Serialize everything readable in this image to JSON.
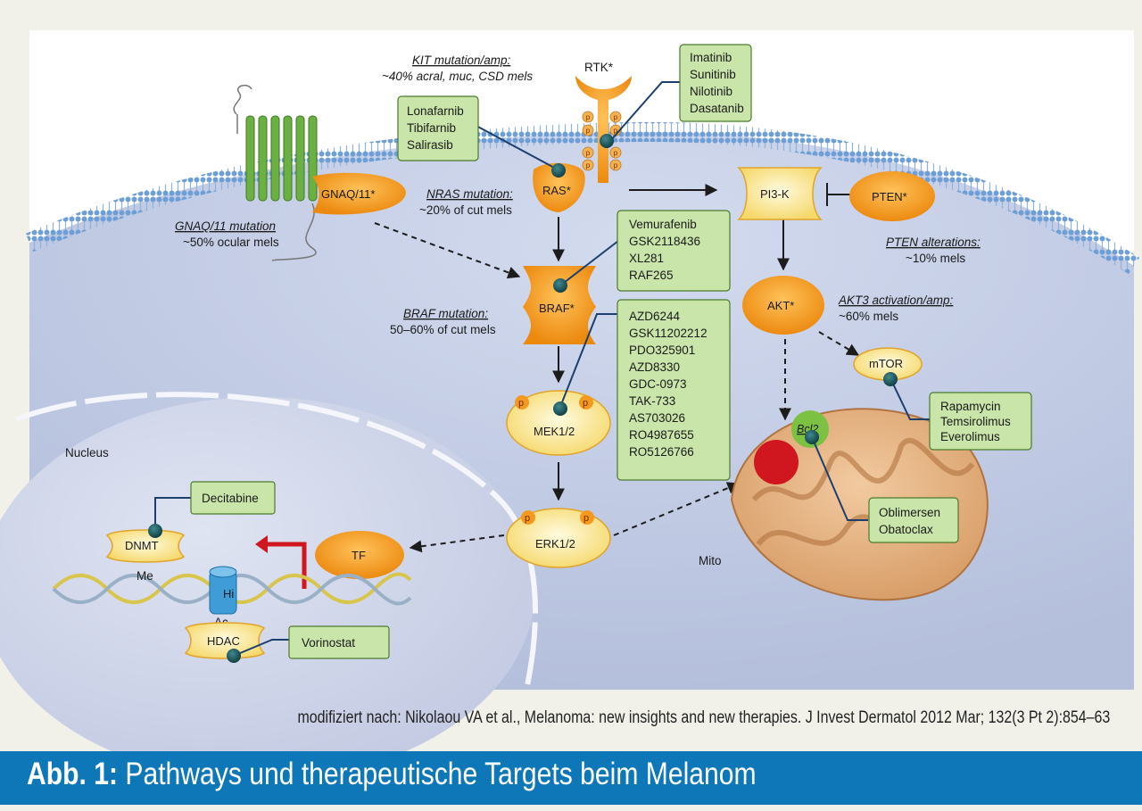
{
  "diagram": {
    "compartments": {
      "nucleus": "Nucleus",
      "mito": "Mito"
    },
    "nodes": {
      "rtk": "RTK*",
      "ras": "RAS*",
      "pi3k": "PI3-K",
      "pten": "PTEN*",
      "gnaq": "GNAQ/11*",
      "braf": "BRAF*",
      "akt": "AKT*",
      "mtor": "mTOR",
      "mek": "MEK1/2",
      "erk": "ERK1/2",
      "tf": "TF",
      "dnmt": "DNMT",
      "hdac": "HDAC",
      "histone": "Hi",
      "me": "Me",
      "ac": "Ac",
      "bcl2": "Bcl2",
      "p": "p"
    },
    "annotations": {
      "kit": {
        "title": "KIT mutation/amp:",
        "text": "~40% acral, muc, CSD mels"
      },
      "nras": {
        "title": "NRAS mutation:",
        "text": "~20% of cut mels"
      },
      "gnaq": {
        "title": "GNAQ/11 mutation",
        "text": "~50% ocular mels"
      },
      "braf": {
        "title": "BRAF mutation:",
        "text": "50–60% of cut mels"
      },
      "pten": {
        "title": "PTEN alterations:",
        "text": "~10% mels"
      },
      "akt3": {
        "title": "AKT3 activation/amp:",
        "text": "~60% mels"
      }
    },
    "drug_boxes": {
      "ras": [
        "Lonafarnib",
        "Tibifarnib",
        "Salirasib"
      ],
      "rtk": [
        "Imatinib",
        "Sunitinib",
        "Nilotinib",
        "Dasatanib"
      ],
      "braf": [
        "Vemurafenib",
        "GSK2118436",
        "XL281",
        "RAF265"
      ],
      "mek": [
        "AZD6244",
        "GSK11202212",
        "PDO325901",
        "AZD8330",
        "GDC-0973",
        "TAK-733",
        "AS703026",
        "RO4987655",
        "RO5126766"
      ],
      "mtor": [
        "Rapamycin",
        "Temsirolimus",
        "Everolimus"
      ],
      "bcl2": [
        "Oblimersen",
        "Obatoclax"
      ],
      "dnmt": [
        "Decitabine"
      ],
      "hdac": [
        "Vorinostat"
      ]
    }
  },
  "source": "modifiziert nach: Nikolaou VA et al., Melanoma: new insights and new therapies. J Invest Dermatol 2012 Mar; 132(3 Pt 2):854–63",
  "caption": {
    "label": "Abb. 1:",
    "title": "Pathways und therapeutische Targets beim Melanom"
  },
  "colors": {
    "caption_bar": "#0d77b8",
    "drug_box": "#c9e5a9",
    "node_orange": "#f39a1e",
    "cell": "#c4cde6",
    "mito_red": "#d0161f"
  }
}
